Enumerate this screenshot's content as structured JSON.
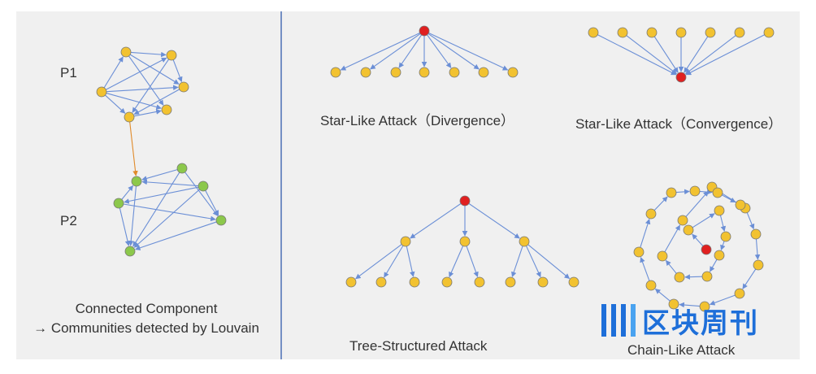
{
  "panel_left": {
    "label_p1": "P1",
    "label_p2": "P2",
    "caption_line1": "Connected Component",
    "caption_line2": "→ Communities detected by Louvain"
  },
  "star_divergence": {
    "caption": "Star-Like Attack（Divergence）"
  },
  "star_convergence": {
    "caption": "Star-Like Attack（Convergence）"
  },
  "tree": {
    "caption": "Tree-Structured Attack"
  },
  "chain": {
    "caption": "Chain-Like Attack"
  },
  "watermark": {
    "text": "区块周刊"
  },
  "colors": {
    "panel_bg": "#f0f0f0",
    "edge": "#6b8fd6",
    "inter_edge": "#e08a2a",
    "node_yellow": "#f2c230",
    "node_green": "#8cc84b",
    "node_red": "#e02020",
    "divider": "#4a6fb5",
    "watermark": "#1e6fd9"
  }
}
